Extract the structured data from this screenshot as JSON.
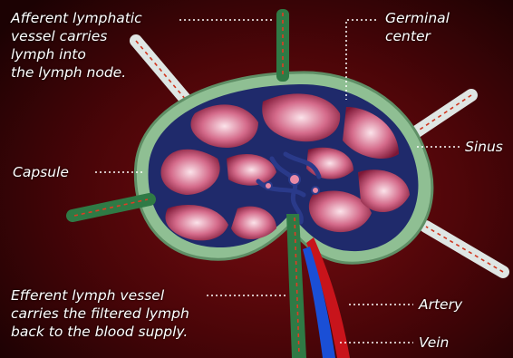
{
  "labels": {
    "afferent": "Afferent lymphatic\nvessel carries\nlymph into\nthe lymph node.",
    "germinal": "Germinal\ncenter",
    "sinus": "Sinus",
    "capsule": "Capsule",
    "efferent": "Efferent lymph vessel\ncarries the filtered lymph\nback to the blood supply.",
    "artery": "Artery",
    "vein": "Vein"
  },
  "colors": {
    "background": "#5a070b",
    "capsule": "#8fbf93",
    "sinus": "#1f2a6b",
    "lobule": "#d96b8c",
    "vessel": "#2f7a45",
    "artery": "#c8141b",
    "vein": "#1a4fd6"
  }
}
